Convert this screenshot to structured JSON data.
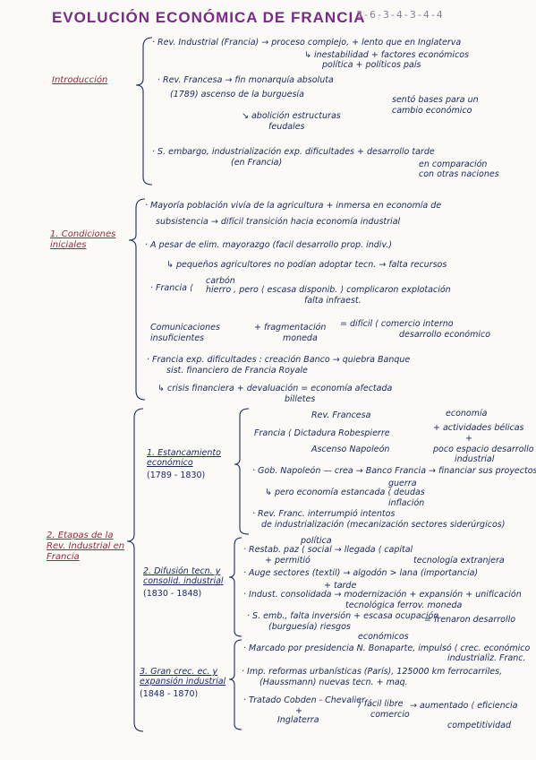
{
  "title": "EVOLUCIÓN ECONÓMICA DE FRANCIA",
  "page_sequence": "3-6-3-4-3-4-4",
  "sections": {
    "intro": {
      "label": "Introducción",
      "lines": [
        "· Rev. Industrial (Francia) → proceso complejo, + lento que en Inglaterva",
        "↳ inestabilidad + factores económicos",
        "política          + políticos país",
        "· Rev. Francesa → fin monarquía absoluta",
        "(1789)      ascenso de la burguesía",
        "↘ abolición estructuras",
        "feudales",
        "sentó bases para un",
        "cambio económico",
        "· S. embargo, industrialización exp. dificultades + desarrollo tarde",
        "(en Francia)",
        "en comparación",
        "con otras naciones"
      ]
    },
    "cond": {
      "label": "1. Condiciones iniciales",
      "lines": [
        "· Mayoría población vivía de la agricultura + inmersa en economía de",
        "subsistencia → difícil transición hacia economía industrial",
        "· A pesar de elim. mayorazgo (facil desarrollo prop. indiv.)",
        "↳ pequeños agricultores no podían adoptar tecn. → falta recursos",
        "carbón",
        "· Francia ⟨",
        "hierro , pero ⟨ escasa disponib. ⟩ complicaron explotación",
        "falta infraest.",
        "Comunicaciones",
        "insuficientes",
        "+ fragmentación",
        "moneda",
        "= difícil ⟨ comercio interno",
        "desarrollo económico",
        "· Francia exp. dificultades : creación Banco → quiebra Banque",
        "sist. financiero              de Francia            Royale",
        "↳ crisis financiera + devaluación = economía afectada",
        "billetes"
      ]
    },
    "etapas": {
      "label": "2. Etapas de la Rev. Industrial en Francia",
      "sub1": {
        "title": "1. Estancamiento económico",
        "dates": "(1789 - 1830)",
        "lines": [
          "Rev. Francesa",
          "Francia ⟨ Dictadura Robespierre",
          "Ascenso Napoleón",
          "economía",
          "+ actividades bélicas",
          "+",
          "poco espacio desarrollo",
          "industrial",
          "· Gob. Napoleón — crea → Banco Francia → financiar sus proyectos",
          "guerra",
          "↳ pero economía estancada ⟨ deudas",
          "inflación",
          "· Rev. Franc. interrumpió intentos",
          "de industrialización (mecanización sectores siderúrgicos)"
        ]
      },
      "sub2": {
        "title": "2. Difusión tecn. y consolid. industrial",
        "dates": "(1830 - 1848)",
        "lines": [
          "política",
          "· Restab. paz ⟨ social → llegada ⟨ capital",
          "tecnología extranjera",
          "+ permitió",
          "· Auge sectores (textil) → algodón > lana (importancia)",
          "+ tarde",
          "· Indust. consolidada → modernización + expansión + unificación",
          "tecnológica          ferrov.         moneda",
          "· S. emb., falta inversión + escasa ocupación",
          "(burguesía)        riesgos",
          "económicos",
          "= frenaron desarrollo"
        ]
      },
      "sub3": {
        "title": "3. Gran crec. ec. y expansión industrial",
        "dates": "(1848 - 1870)",
        "lines": [
          "· Marcado por presidencia N. Bonaparte, impulsó ⟨ crec. económico",
          "industrializ. Franc.",
          "· Imp. reformas urbanísticas (París), 125000 km ferrocarriles,",
          "(Haussmann)                       nuevas tecn. + maq.",
          "· Tratado Cobden - Chevalier",
          "+",
          "Inglaterra",
          "⟩ fácil libre",
          "comercio",
          "→ aumentado ⟨ eficiencia",
          "competitividad"
        ]
      }
    }
  }
}
